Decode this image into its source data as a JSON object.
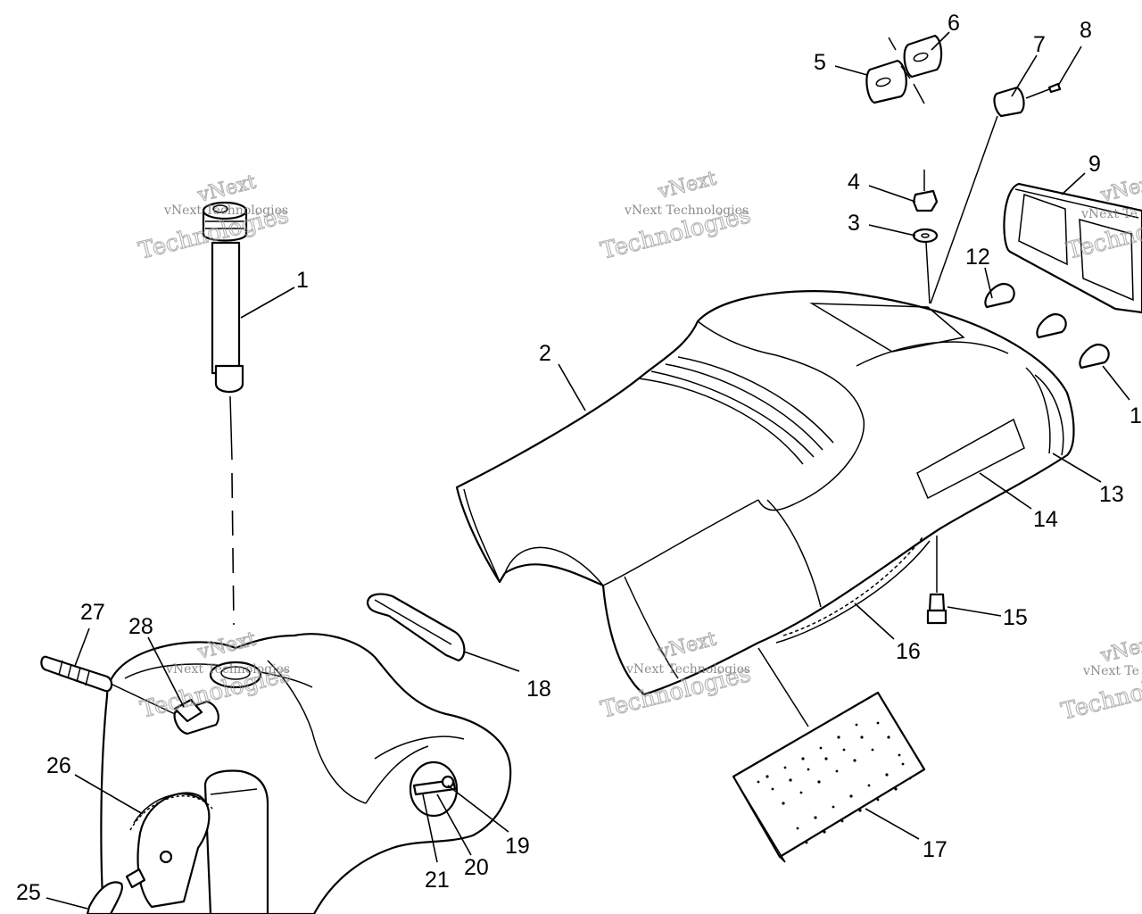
{
  "diagram": {
    "callouts": [
      {
        "id": "callout-1",
        "label": "1"
      },
      {
        "id": "callout-2",
        "label": "2"
      },
      {
        "id": "callout-3",
        "label": "3"
      },
      {
        "id": "callout-4",
        "label": "4"
      },
      {
        "id": "callout-5",
        "label": "5"
      },
      {
        "id": "callout-6",
        "label": "6"
      },
      {
        "id": "callout-7",
        "label": "7"
      },
      {
        "id": "callout-8",
        "label": "8"
      },
      {
        "id": "callout-9",
        "label": "9"
      },
      {
        "id": "callout-12",
        "label": "12"
      },
      {
        "id": "callout-13",
        "label": "13"
      },
      {
        "id": "callout-14",
        "label": "14"
      },
      {
        "id": "callout-15",
        "label": "15"
      },
      {
        "id": "callout-16",
        "label": "16"
      },
      {
        "id": "callout-17",
        "label": "17"
      },
      {
        "id": "callout-18",
        "label": "18"
      },
      {
        "id": "callout-19",
        "label": "19"
      },
      {
        "id": "callout-20",
        "label": "20"
      },
      {
        "id": "callout-21",
        "label": "21"
      },
      {
        "id": "callout-25",
        "label": "25"
      },
      {
        "id": "callout-26",
        "label": "26"
      },
      {
        "id": "callout-27",
        "label": "27"
      },
      {
        "id": "callout-28",
        "label": "28"
      },
      {
        "id": "callout-cut",
        "label": "1"
      }
    ],
    "watermark": {
      "line1": "vNext",
      "line2": "vNext Technologies",
      "line3": "Technologies",
      "partial": "vNext Te"
    }
  }
}
